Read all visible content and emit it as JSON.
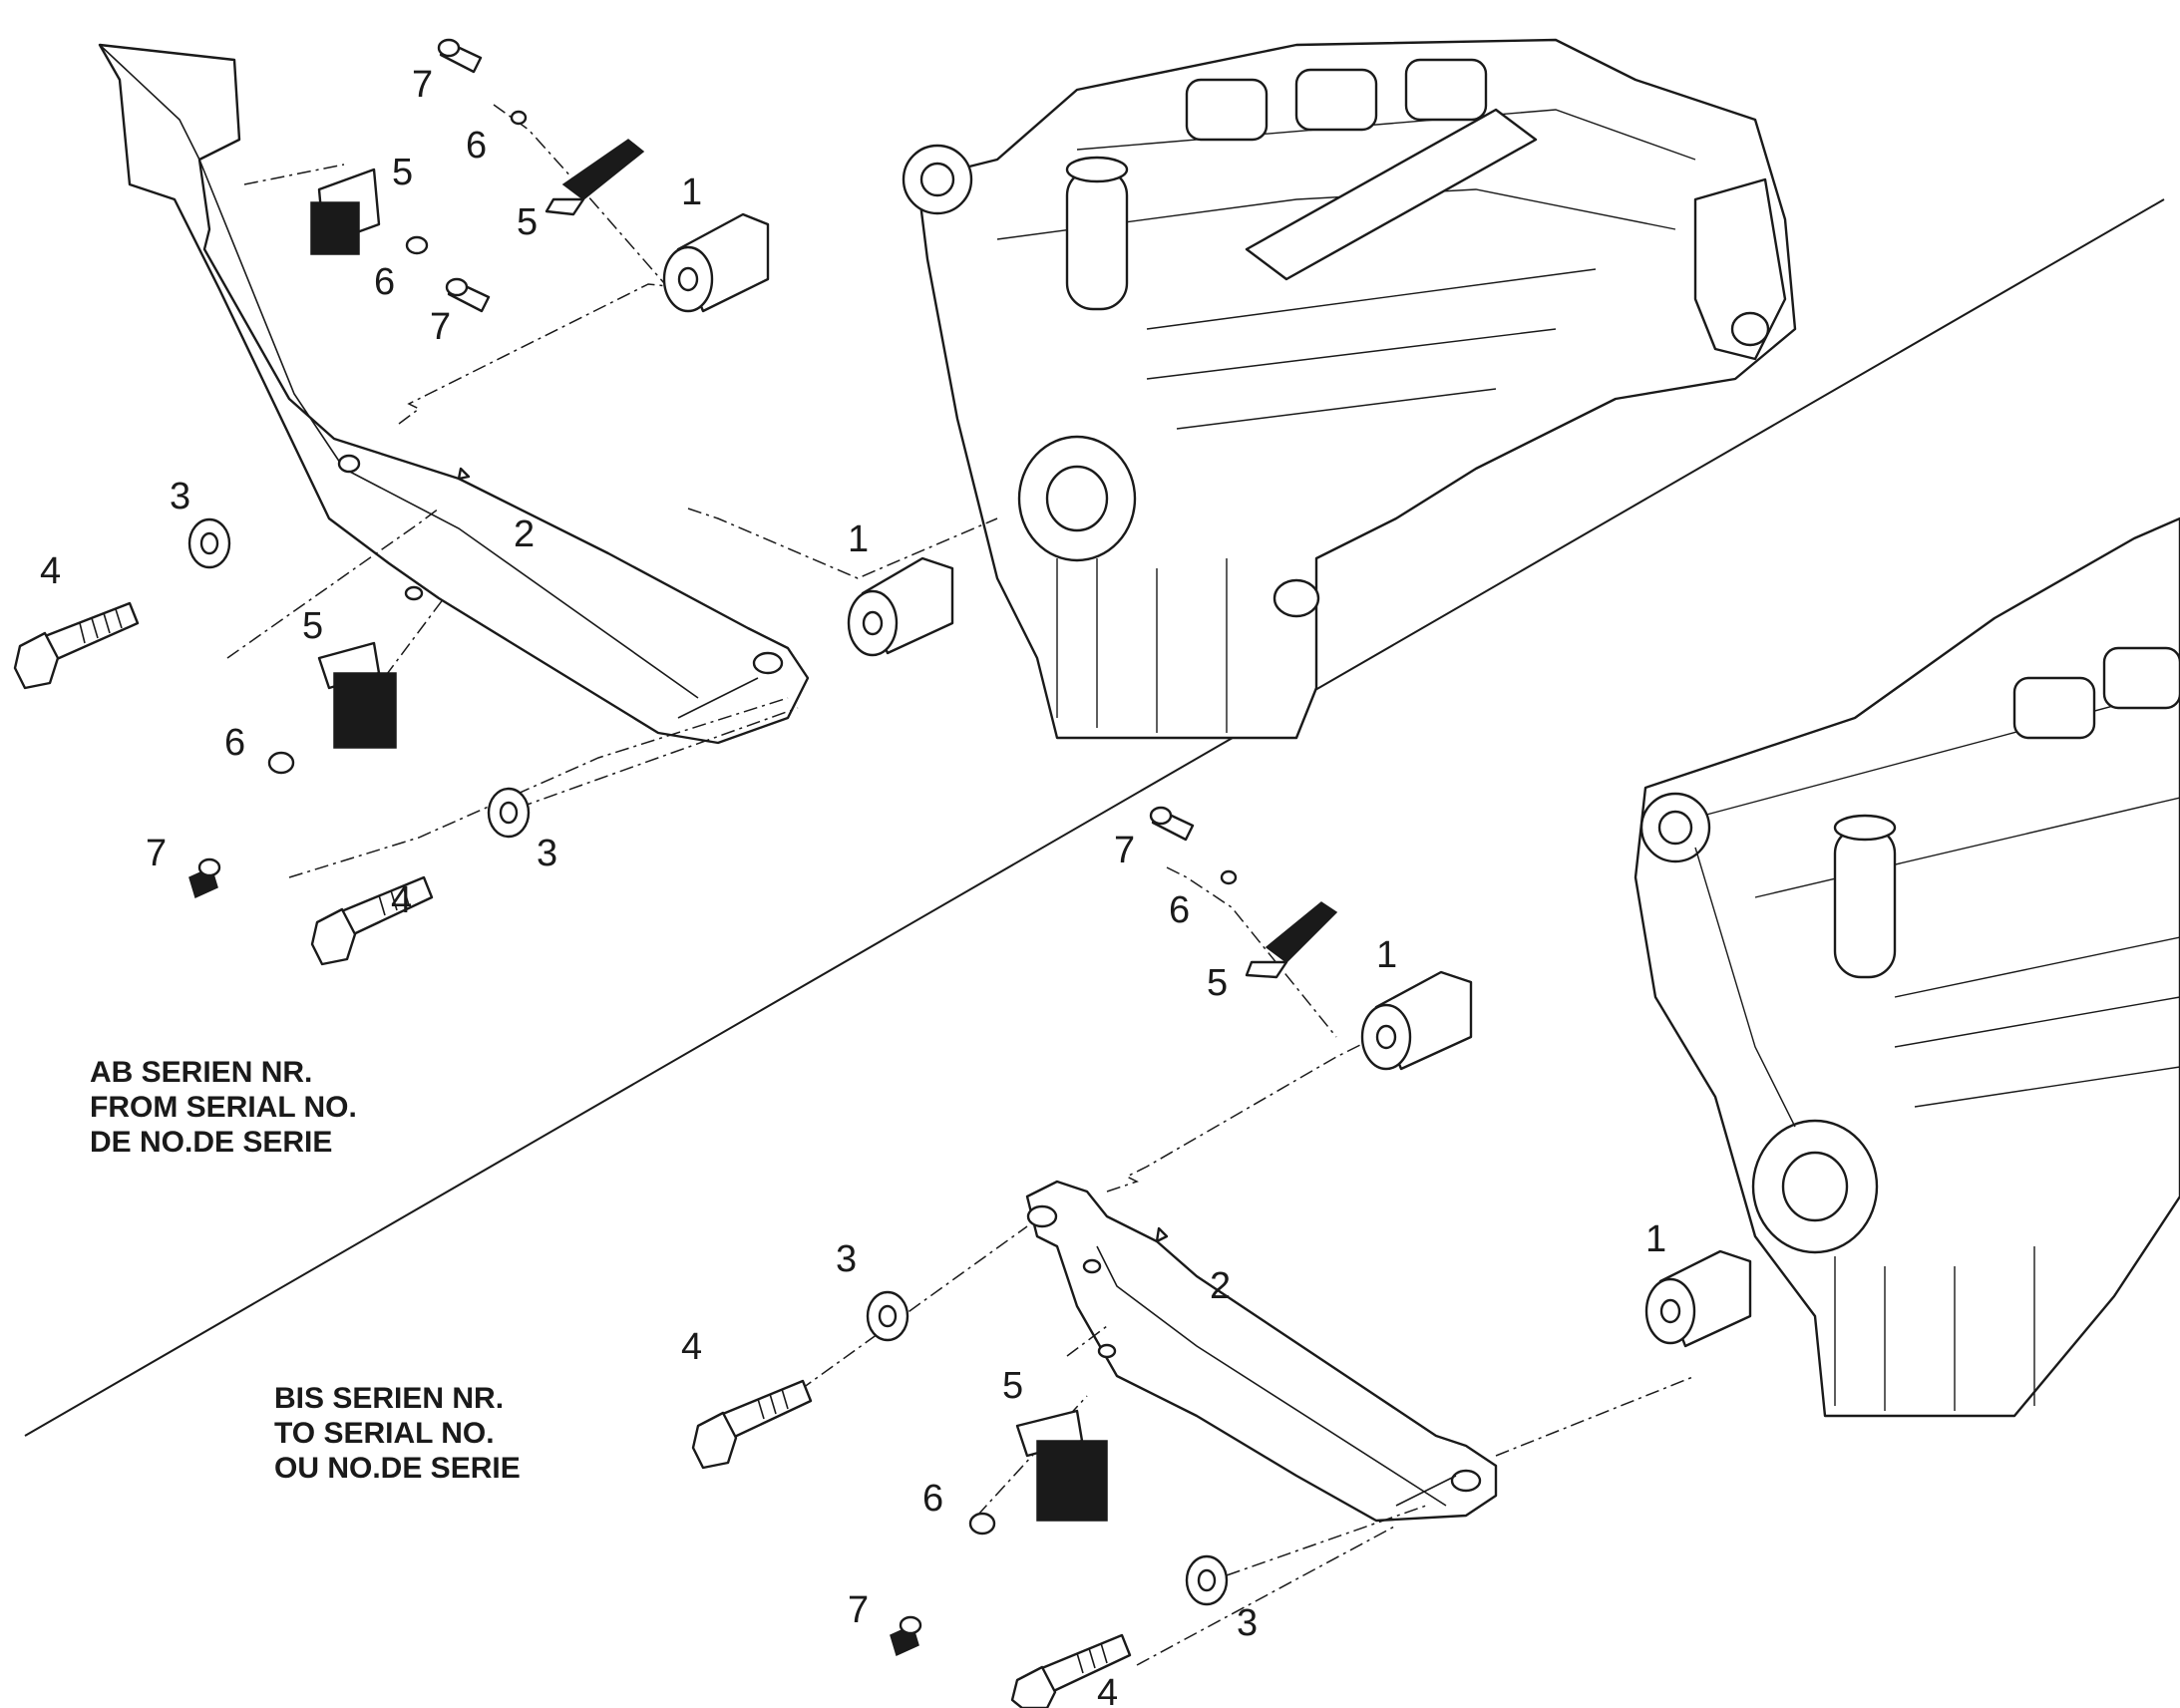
{
  "callouts": {
    "upper": {
      "c1a": "1",
      "c1b": "1",
      "c2": "2",
      "c3a": "3",
      "c3b": "3",
      "c4a": "4",
      "c4b": "4",
      "c5a": "5",
      "c5b": "5",
      "c5c": "5",
      "c6a": "6",
      "c6b": "6",
      "c6c": "6",
      "c7a": "7",
      "c7b": "7",
      "c7c": "7"
    },
    "lower": {
      "c1a": "1",
      "c1b": "1",
      "c2": "2",
      "c3a": "3",
      "c3b": "3",
      "c4a": "4",
      "c4b": "4",
      "c5a": "5",
      "c5b": "5",
      "c6a": "6",
      "c6b": "6",
      "c7a": "7",
      "c7b": "7"
    }
  },
  "notes": {
    "upper": {
      "line1": "AB SERIEN NR.",
      "line2": "FROM SERIAL NO.",
      "line3": "DE NO.DE SERIE"
    },
    "lower": {
      "line1": "BIS SERIEN NR.",
      "line2": "TO SERIAL NO.",
      "line3": "OU NO.DE SERIE"
    }
  }
}
